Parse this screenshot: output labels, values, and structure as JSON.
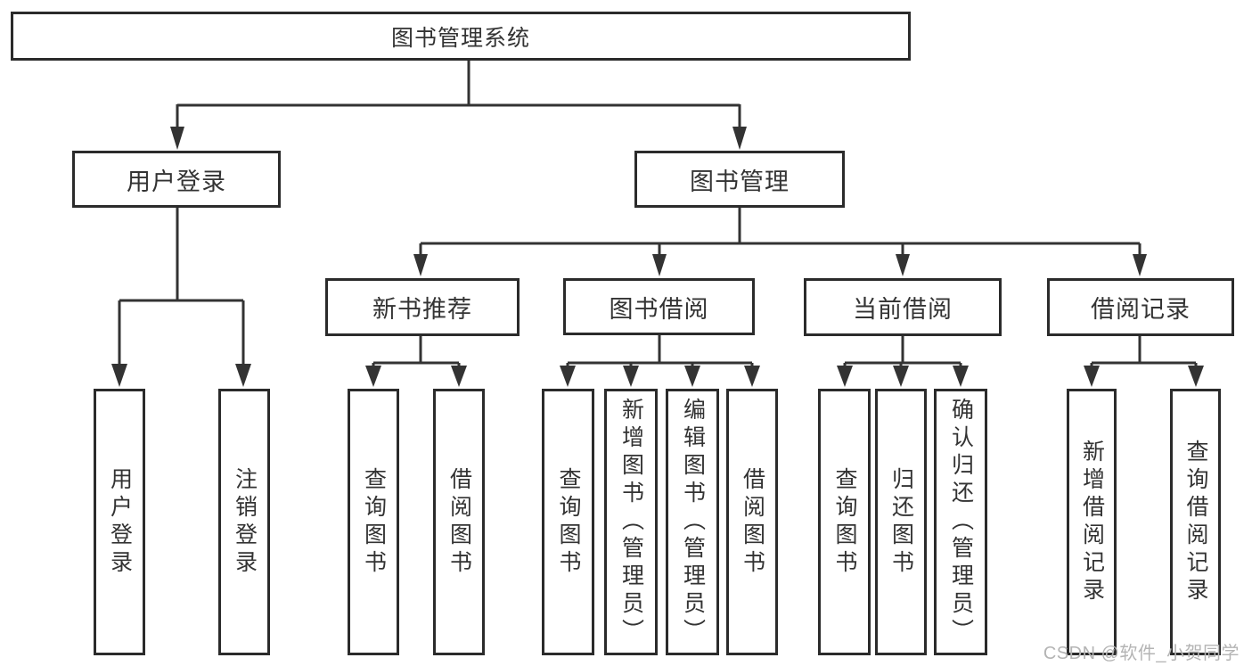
{
  "root": {
    "label": "图书管理系统"
  },
  "level2": {
    "user_login": {
      "label": "用户登录"
    },
    "book_management": {
      "label": "图书管理"
    }
  },
  "level3": {
    "new_book_recommend": {
      "label": "新书推荐"
    },
    "book_borrow": {
      "label": "图书借阅"
    },
    "current_borrow": {
      "label": "当前借阅"
    },
    "borrow_records": {
      "label": "借阅记录"
    }
  },
  "leaves": {
    "user_login": {
      "label": "用户登录"
    },
    "logout": {
      "label": "注销登录"
    },
    "recommend_query_books": {
      "label": "查询图书"
    },
    "recommend_borrow_books": {
      "label": "借阅图书"
    },
    "borrow_query_books": {
      "label": "查询图书"
    },
    "borrow_add_books": {
      "label": "新增图书（管理员）"
    },
    "borrow_edit_books": {
      "label": "编辑图书（管理员）"
    },
    "borrow_borrow_books": {
      "label": "借阅图书"
    },
    "current_query_books": {
      "label": "查询图书"
    },
    "current_return_books": {
      "label": "归还图书"
    },
    "current_confirm_return": {
      "label": "确认归还（管理员）"
    },
    "records_add_record": {
      "label": "新增借阅记录"
    },
    "records_query_record": {
      "label": "查询借阅记录"
    }
  },
  "watermark": {
    "text": "CSDN @软件_小贺同学"
  },
  "colors": {
    "background": "#ffffff",
    "line": "#333333",
    "border": "#2b2b2b",
    "text": "#333333",
    "watermark": "#b4b4b4"
  }
}
